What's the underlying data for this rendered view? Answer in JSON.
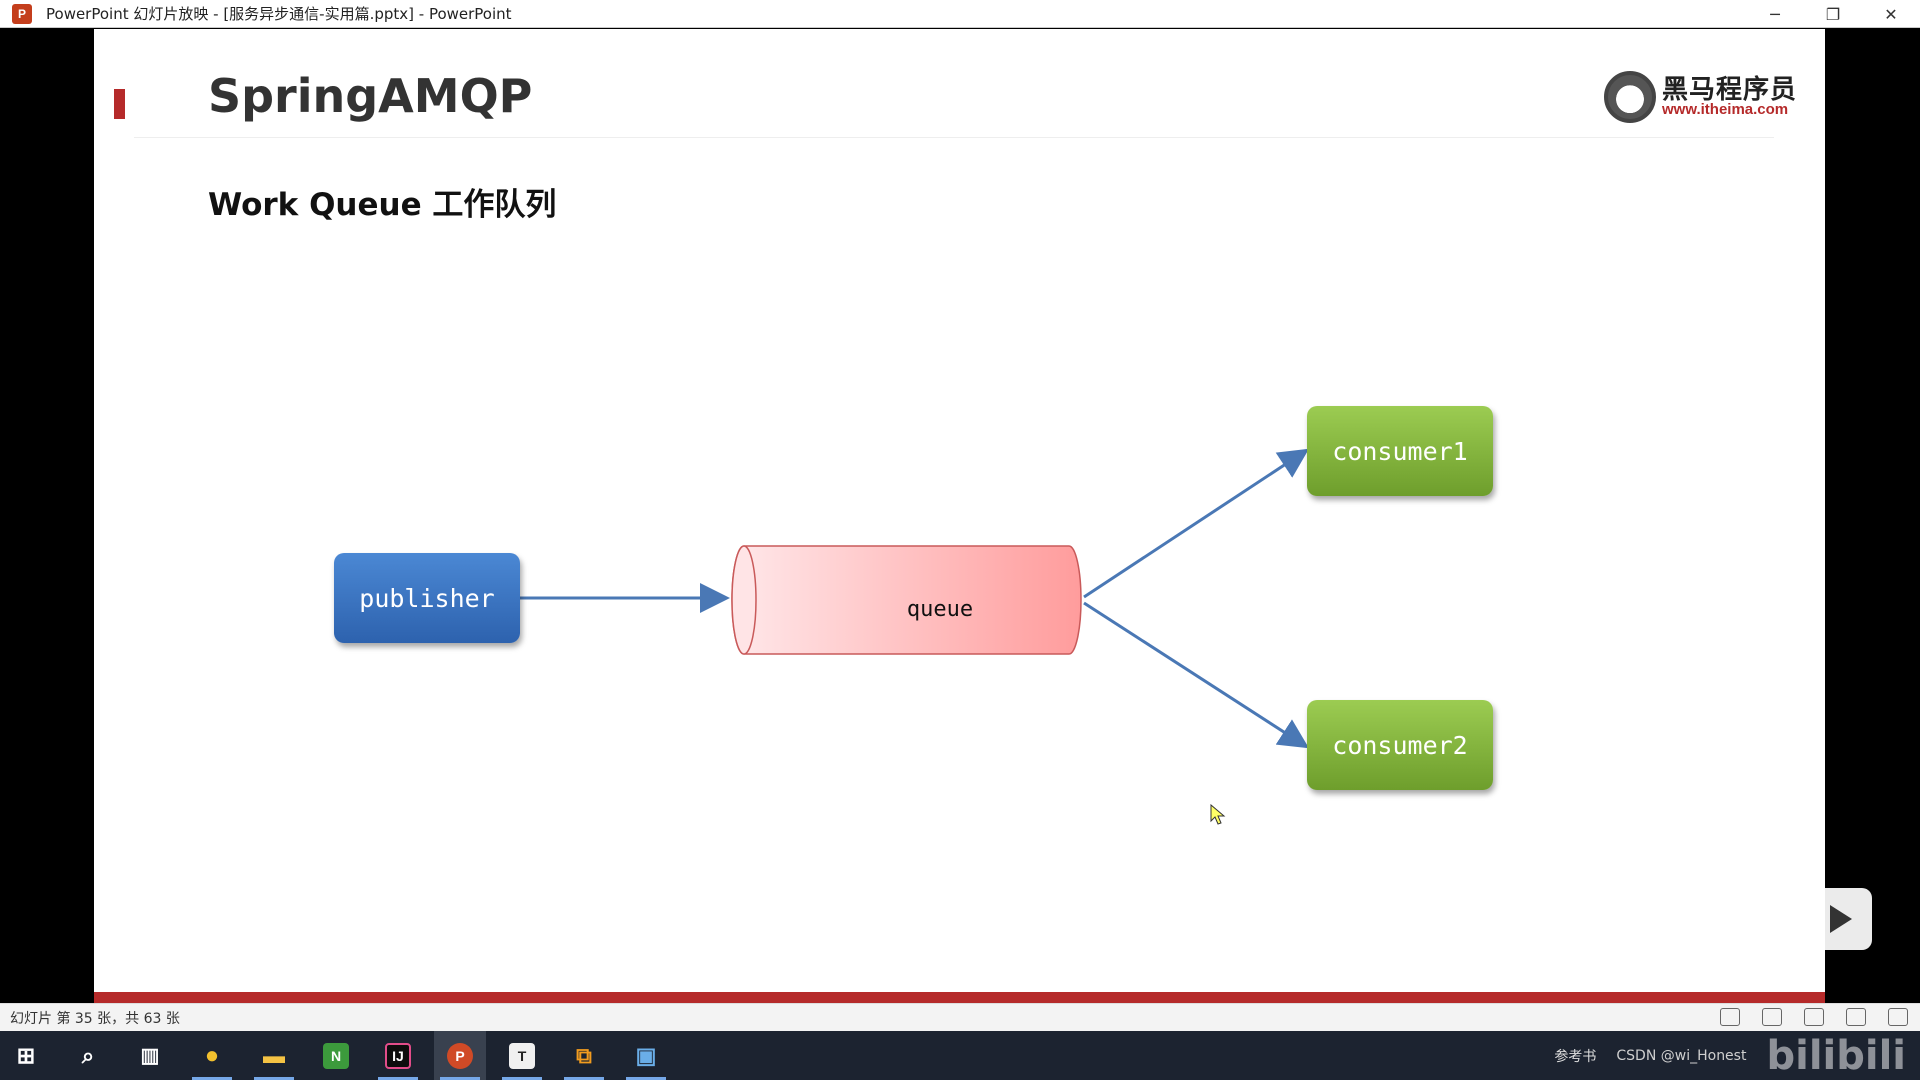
{
  "window": {
    "app_icon": "P",
    "title": "PowerPoint 幻灯片放映 - [服务异步通信-实用篇.pptx] - PowerPoint",
    "controls": [
      "─",
      "❐",
      "✕"
    ]
  },
  "slide": {
    "title": "SpringAMQP",
    "subtitle": "Work Queue 工作队列",
    "logo": {
      "name": "黑马程序员",
      "url": "www.itheima.com"
    },
    "diagram": {
      "publisher": "publisher",
      "queue": "queue",
      "consumer1": "consumer1",
      "consumer2": "consumer2"
    }
  },
  "statusbar": {
    "text": "幻灯片 第 35 张，共 63 张"
  },
  "taskbar": {
    "apps": [
      {
        "name": "windows-start",
        "glyph": "⊞"
      },
      {
        "name": "search",
        "glyph": "⌕"
      },
      {
        "name": "task-view",
        "glyph": "▥"
      },
      {
        "name": "chrome",
        "glyph": "●"
      },
      {
        "name": "file-explorer",
        "glyph": "▬"
      },
      {
        "name": "notepad-plus",
        "glyph": "N"
      },
      {
        "name": "intellij",
        "glyph": "IJ"
      },
      {
        "name": "powerpoint",
        "glyph": "P"
      },
      {
        "name": "typora",
        "glyph": "T"
      },
      {
        "name": "vmware",
        "glyph": "⧉"
      },
      {
        "name": "remote-desktop",
        "glyph": "▣"
      }
    ],
    "tray": {
      "ref_label": "参考书",
      "watermark": "CSDN @wi_Honest",
      "bilibili": "bilibili"
    }
  },
  "colors": {
    "accent_red": "#b52a2a",
    "publisher_blue": "#2d62ae",
    "consumer_green": "#7aa832",
    "queue_pink": "#ffa0a0"
  }
}
